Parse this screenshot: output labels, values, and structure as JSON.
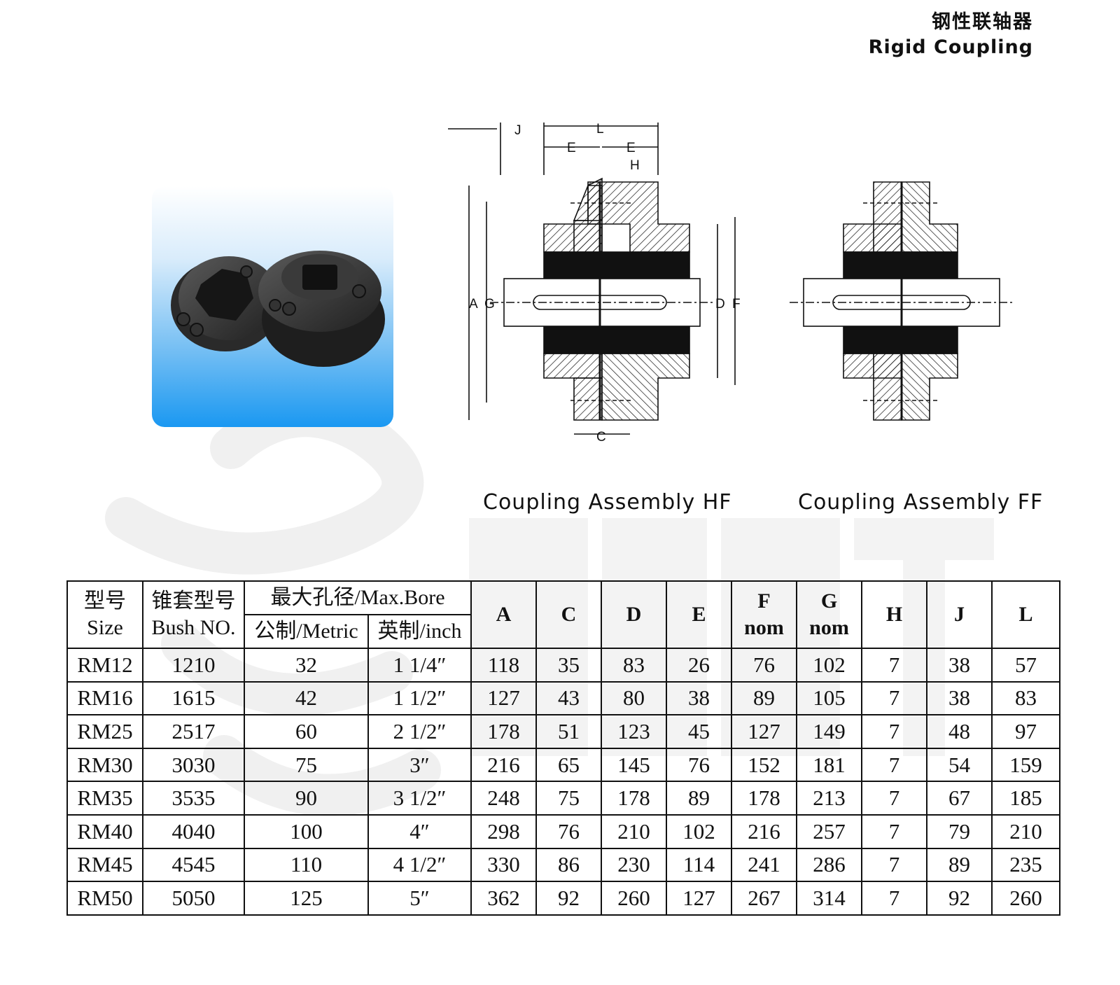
{
  "header": {
    "title_cn": "钢性联轴器",
    "title_en": "Rigid Coupling"
  },
  "drawing": {
    "hf_labels": {
      "J": "J",
      "L": "L",
      "E_left": "E",
      "E_right": "E",
      "H": "H",
      "A": "A",
      "G": "G",
      "D": "D",
      "F": "F",
      "C": "C"
    },
    "caption_hf": "Coupling Assembly HF",
    "caption_ff": "Coupling Assembly FF"
  },
  "table": {
    "headers": {
      "size_cn": "型号",
      "size_en": "Size",
      "bush_cn": "锥套型号",
      "bush_en": "Bush NO.",
      "maxbore": "最大孔径/Max.Bore",
      "metric": "公制/Metric",
      "inch": "英制/inch",
      "A": "A",
      "C": "C",
      "D": "D",
      "E": "E",
      "F": "F",
      "F_sub": "nom",
      "G": "G",
      "G_sub": "nom",
      "H": "H",
      "J": "J",
      "L": "L"
    },
    "rows": [
      {
        "size": "RM12",
        "bush": "1210",
        "metric": "32",
        "inch": "1 1/4″",
        "A": "118",
        "C": "35",
        "D": "83",
        "E": "26",
        "F": "76",
        "G": "102",
        "H": "7",
        "J": "38",
        "L": "57"
      },
      {
        "size": "RM16",
        "bush": "1615",
        "metric": "42",
        "inch": "1 1/2″",
        "A": "127",
        "C": "43",
        "D": "80",
        "E": "38",
        "F": "89",
        "G": "105",
        "H": "7",
        "J": "38",
        "L": "83"
      },
      {
        "size": "RM25",
        "bush": "2517",
        "metric": "60",
        "inch": "2 1/2″",
        "A": "178",
        "C": "51",
        "D": "123",
        "E": "45",
        "F": "127",
        "G": "149",
        "H": "7",
        "J": "48",
        "L": "97"
      },
      {
        "size": "RM30",
        "bush": "3030",
        "metric": "75",
        "inch": "3″",
        "A": "216",
        "C": "65",
        "D": "145",
        "E": "76",
        "F": "152",
        "G": "181",
        "H": "7",
        "J": "54",
        "L": "159"
      },
      {
        "size": "RM35",
        "bush": "3535",
        "metric": "90",
        "inch": "3 1/2″",
        "A": "248",
        "C": "75",
        "D": "178",
        "E": "89",
        "F": "178",
        "G": "213",
        "H": "7",
        "J": "67",
        "L": "185"
      },
      {
        "size": "RM40",
        "bush": "4040",
        "metric": "100",
        "inch": "4″",
        "A": "298",
        "C": "76",
        "D": "210",
        "E": "102",
        "F": "216",
        "G": "257",
        "H": "7",
        "J": "79",
        "L": "210"
      },
      {
        "size": "RM45",
        "bush": "4545",
        "metric": "110",
        "inch": "4 1/2″",
        "A": "330",
        "C": "86",
        "D": "230",
        "E": "114",
        "F": "241",
        "G": "286",
        "H": "7",
        "J": "89",
        "L": "235"
      },
      {
        "size": "RM50",
        "bush": "5050",
        "metric": "125",
        "inch": "5″",
        "A": "362",
        "C": "92",
        "D": "260",
        "E": "127",
        "F": "267",
        "G": "314",
        "H": "7",
        "J": "92",
        "L": "260"
      }
    ]
  },
  "colors": {
    "photo_top": "#ffffff",
    "photo_bottom": "#1a98f2",
    "watermark": "#f1f1f1",
    "line": "#111111"
  }
}
